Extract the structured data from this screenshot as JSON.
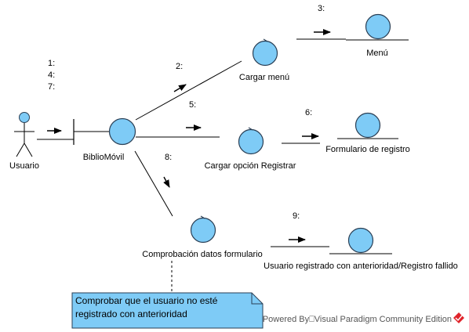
{
  "colors": {
    "object_fill": "#7ecbf6",
    "object_stroke": "#2a3f55",
    "line": "#000000",
    "note_fill": "#7ecbf6",
    "logo": "#e0242b"
  },
  "actor": {
    "name": "Usuario",
    "icon": "actor-stick-figure-icon"
  },
  "boundary": {
    "name": "BiblioMóvil",
    "icon": "boundary-icon"
  },
  "controls": {
    "cargar_menu": "Cargar menú",
    "cargar_opcion": "Cargar opción Registrar",
    "comprobacion": "Comprobación datos formulario"
  },
  "entities": {
    "menu": "Menú",
    "formulario": "Formulario de registro",
    "usuario_registrado": "Usuario registrado con anterioridad/Registro fallido"
  },
  "messages": {
    "m1": "1:",
    "m4": "4:",
    "m7": "7:",
    "m2": "2:",
    "m3": "3:",
    "m5": "5:",
    "m6": "6:",
    "m8": "8:",
    "m9": "9:"
  },
  "note": {
    "line1": "Comprobar que el usuario no esté",
    "line2": "registrado con anterioridad"
  },
  "watermark": {
    "text": "Powered By⎕Visual Paradigm Community Edition",
    "icon": "visual-paradigm-logo-icon"
  }
}
